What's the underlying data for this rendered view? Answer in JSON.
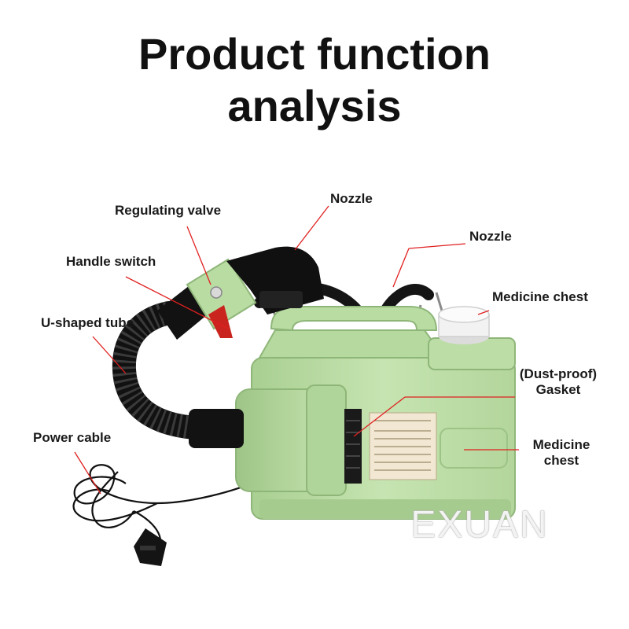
{
  "title": {
    "line1": "Product function",
    "line2": "analysis"
  },
  "labels": {
    "regulating_valve": "Regulating valve",
    "nozzle_left": "Nozzle",
    "nozzle_right": "Nozzle",
    "handle_switch": "Handle switch",
    "medicine_chest_top": "Medicine chest",
    "u_shaped_tube": "U-shaped tube",
    "gasket_line1": "(Dust-proof)",
    "gasket_line2": "Gasket",
    "power_cable": "Power cable",
    "medicine_chest_line1": "Medicine",
    "medicine_chest_line2": "chest"
  },
  "watermark": "EXUAN",
  "colors": {
    "leader_line": "#e02020",
    "body": "#bfe0a8",
    "background": "#ffffff"
  }
}
